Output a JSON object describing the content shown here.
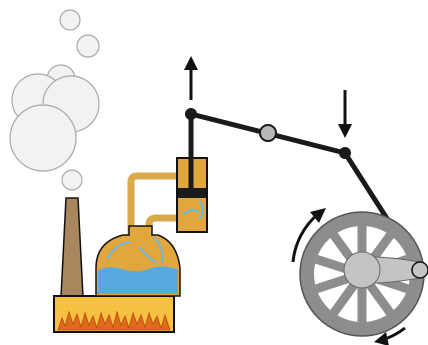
{
  "diagram": {
    "subject": "steam-engine",
    "colors": {
      "background": "#ffffff",
      "outline": "#111111",
      "smoke": "#f2f2f2",
      "smoke_stroke": "#a8a8a8",
      "chimney": "#a8865e",
      "pipe": "#d9a94a",
      "boiler": "#e1a73c",
      "water": "#58a9e0",
      "steam_flow": "#6ab8e8",
      "firebox": "#f6c043",
      "flame": "#e06a1c",
      "rod": "#1a1a1a",
      "pivot_joint": "#b8b8b8",
      "wheel_rim": "#8d8d8d",
      "wheel_hub": "#c4c4c4",
      "arrow": "#111111"
    },
    "icons": [
      "smoke-puff",
      "chimney",
      "firebox-flames",
      "boiler",
      "cylinder",
      "piston",
      "walking-beam",
      "connecting-rod",
      "flywheel",
      "up-arrow",
      "down-arrow",
      "rotation-arrow"
    ]
  }
}
